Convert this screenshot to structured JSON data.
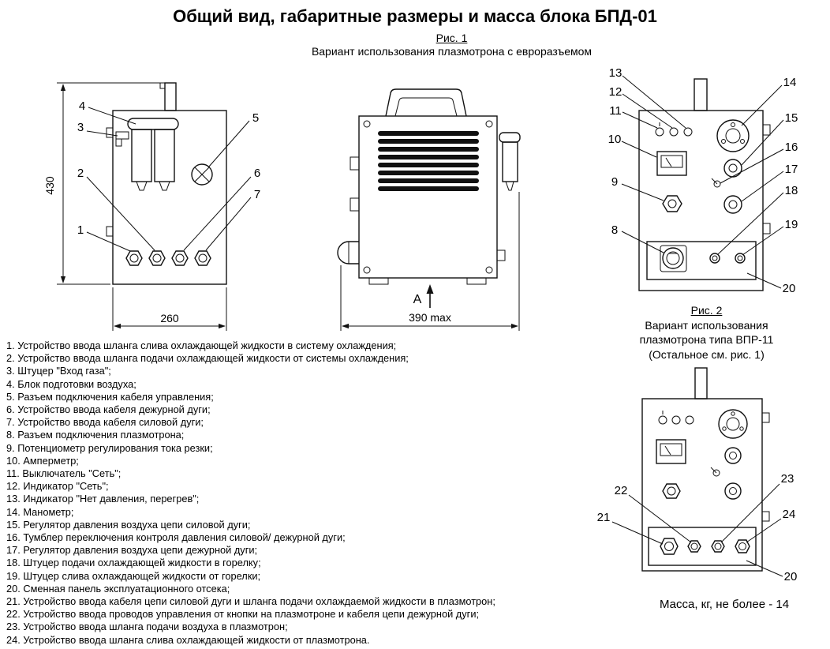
{
  "page": {
    "title": "Общий вид, габаритные размеры и масса блока БПД-01"
  },
  "fig1": {
    "label": "Рис. 1",
    "caption": "Вариант использования плазмотрона с евроразъемом",
    "dims": {
      "height": "430",
      "width": "260",
      "depth": "390 max"
    },
    "section_label": "A",
    "callouts": {
      "c1": "1",
      "c2": "2",
      "c3": "3",
      "c4": "4",
      "c5": "5",
      "c6": "6",
      "c7": "7",
      "c8": "8",
      "c9": "9",
      "c10": "10",
      "c11": "11",
      "c12": "12",
      "c13": "13",
      "c14": "14",
      "c15": "15",
      "c16": "16",
      "c17": "17",
      "c18": "18",
      "c19": "19",
      "c20": "20"
    }
  },
  "fig2": {
    "label": "Рис. 2",
    "caption_lines": [
      "Вариант использования",
      "плазмотрона типа ВПР-11",
      "(Остальное см. рис. 1)"
    ],
    "callouts": {
      "c20": "20",
      "c21": "21",
      "c22": "22",
      "c23": "23",
      "c24": "24"
    }
  },
  "legend": {
    "items": [
      "1. Устройство ввода шланга слива охлаждающей жидкости в систему охлаждения;",
      "2. Устройство ввода шланга подачи охлаждающей жидкости от системы охлаждения;",
      "3. Штуцер \"Вход газа\";",
      "4. Блок подготовки воздуха;",
      "5. Разъем подключения кабеля управления;",
      "6. Устройство ввода кабеля дежурной дуги;",
      "7. Устройство ввода кабеля силовой дуги;",
      "8. Разъем подключения плазмотрона;",
      "9. Потенциометр регулирования тока резки;",
      "10. Амперметр;",
      "11. Выключатель \"Сеть\";",
      "12. Индикатор \"Сеть\";",
      "13. Индикатор \"Нет давления, перегрев\";",
      "14. Манометр;",
      "15. Регулятор давления воздуха цепи силовой дуги;",
      "16. Тумблер переключения контроля давления силовой/ дежурной дуги;",
      "17. Регулятор давления воздуха цепи дежурной дуги;",
      "18. Штуцер подачи охлаждающей жидкости в горелку;",
      "19. Штуцер слива охлаждающей жидкости от горелки;",
      "20. Сменная панель эксплуатационного отсека;",
      "21. Устройство ввода кабеля цепи силовой дуги и шланга подачи охлаждаемой жидкости в плазмотрон;",
      "22. Устройство ввода проводов управления от кнопки на плазмотроне и кабеля цепи дежурной дуги;",
      "23. Устройство ввода шланга подачи воздуха в плазмотрон;",
      "24. Устройство ввода шланга слива охлаждающей жидкости от плазмотрона."
    ]
  },
  "notes": {
    "mass": "Масса, кг, не более - 14"
  }
}
